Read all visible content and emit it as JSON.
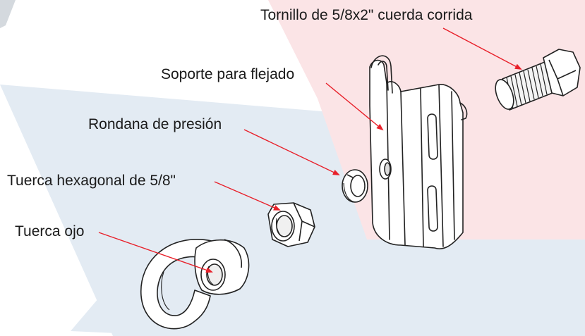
{
  "colors": {
    "background_blue": "#e3ebf3",
    "background_red": "#fbe4e6",
    "leader_line": "#e8202a",
    "text": "#1a1a1a",
    "part_outline": "#222222"
  },
  "labels": {
    "bolt": "Tornillo de 5/8x2\" cuerda corrida",
    "bracket": "Soporte para flejado",
    "washer": "Rondana de presión",
    "hex_nut": "Tuerca hexagonal de 5/8\"",
    "eye_nut": "Tuerca ojo"
  }
}
